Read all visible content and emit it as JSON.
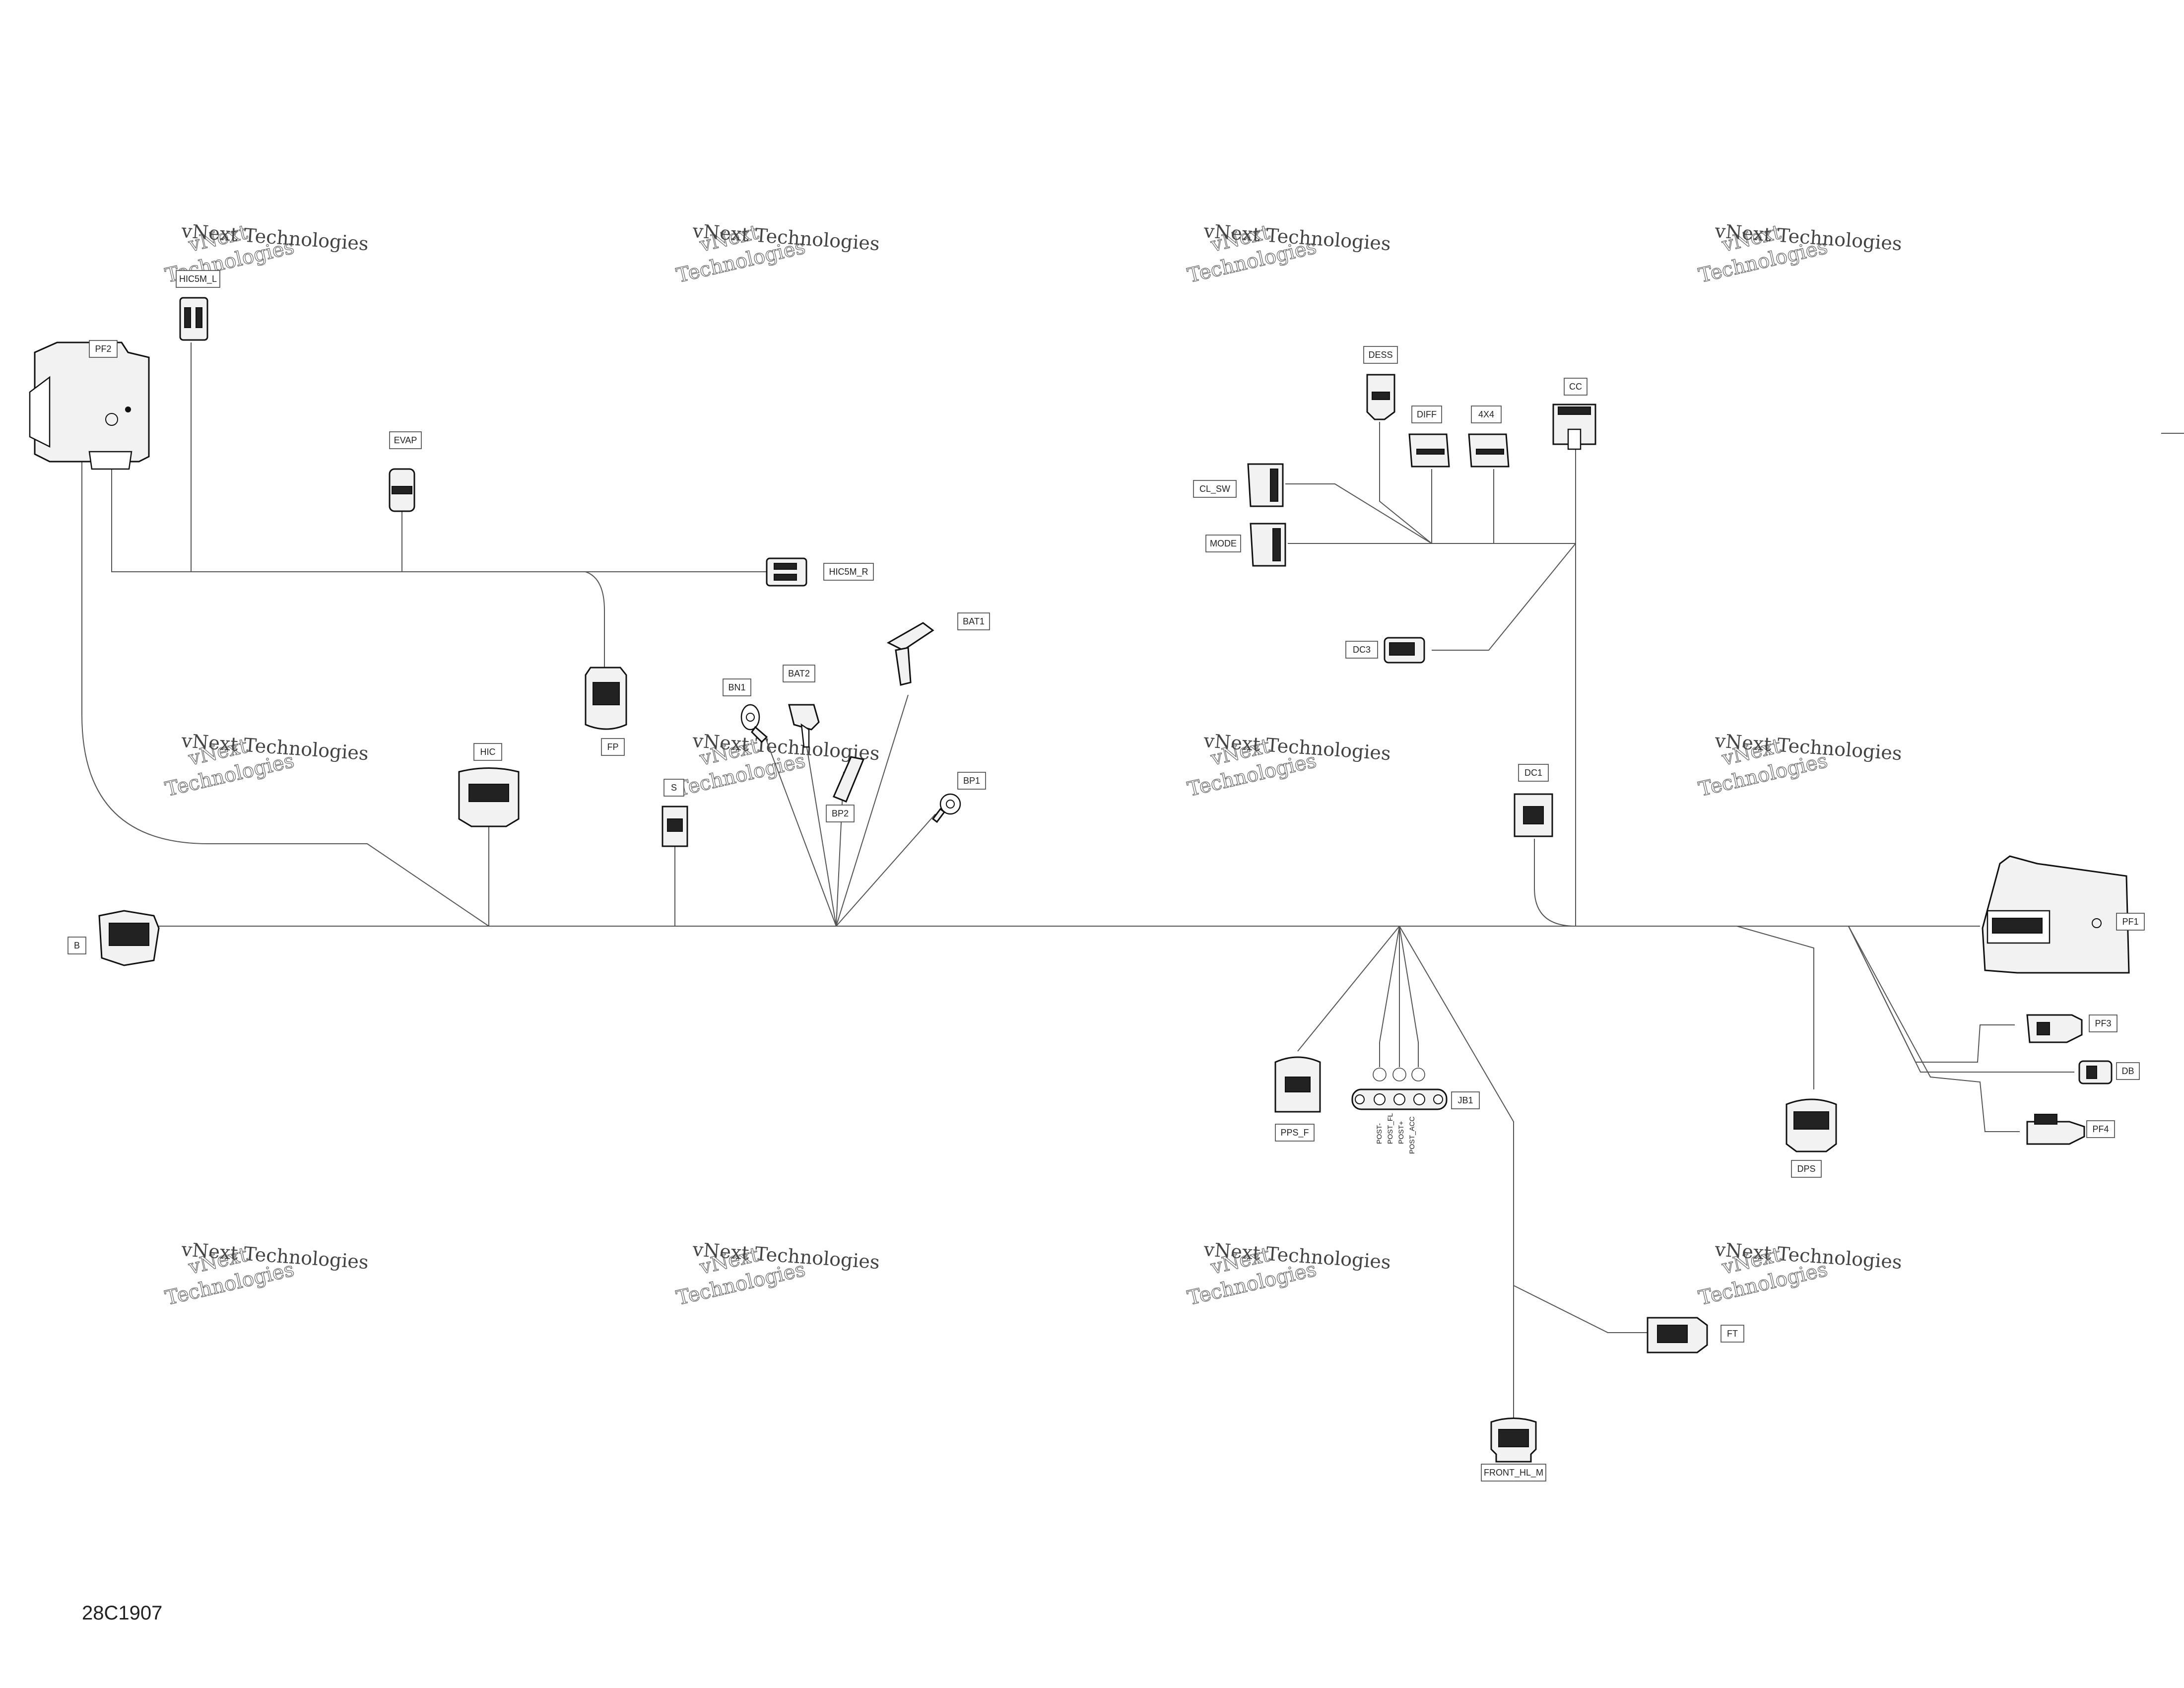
{
  "drawing_number": "28C1907",
  "watermark": {
    "line1": "vNext",
    "line2": "Technologies",
    "inline": "vNext Technologies"
  },
  "connectors": {
    "hic5m_l": "HIC5M_L",
    "pf2": "PF2",
    "evap": "EVAP",
    "hic5m_r": "HIC5M_R",
    "bat1": "BAT1",
    "bn1": "BN1",
    "bat2": "BAT2",
    "fp": "FP",
    "hic": "HIC",
    "s": "S",
    "bp2": "BP2",
    "bp1": "BP1",
    "b": "B",
    "dess": "DESS",
    "diff": "DIFF",
    "4x4": "4X4",
    "cc": "CC",
    "cl_sw": "CL_SW",
    "mode": "MODE",
    "dc3": "DC3",
    "dc1": "DC1",
    "pf1": "PF1",
    "pf3": "PF3",
    "db": "DB",
    "pf4": "PF4",
    "pps_f": "PPS_F",
    "jb1": "JB1",
    "dps": "DPS",
    "ft": "FT",
    "front_hl_m": "FRONT_HL_M"
  },
  "jb1_posts": [
    "POST-",
    "POST_FL",
    "POST+",
    "POST_ACC"
  ]
}
